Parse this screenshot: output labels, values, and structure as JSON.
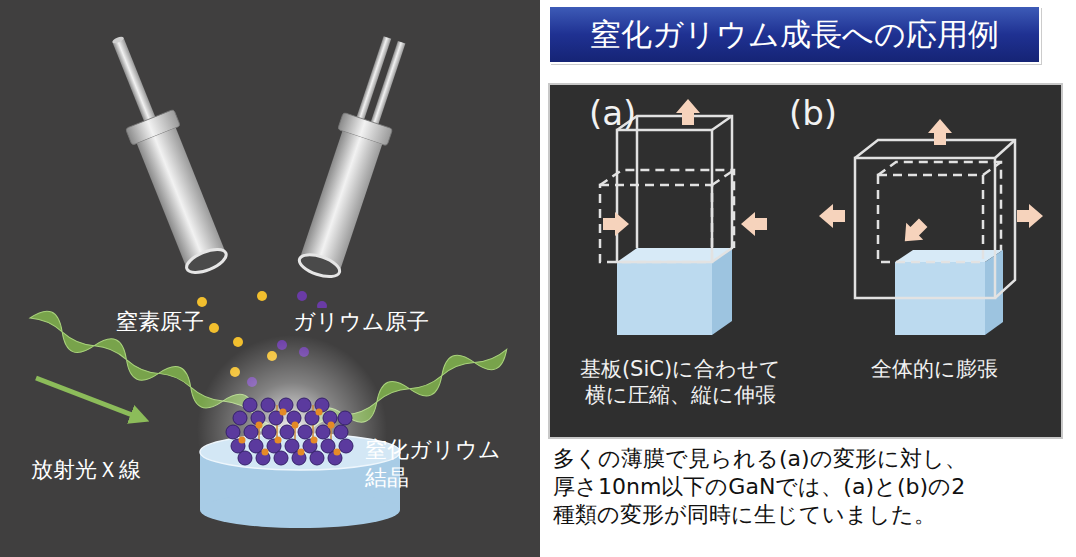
{
  "diagram": {
    "title": "窒化ガリウム成長への応用例",
    "caption": "多くの薄膜で見られる(a)の変形に対し、 厚さ10nm以下のGaNでは、(a)と(b)の2 種類の変形が同時に生じていました。",
    "nodes": [
      {
        "text": [
          "窒素原子",
          "ガリウム原子",
          "放射光Ｘ線",
          "窒化ガリウム 結晶"
        ]
      },
      {
        "text": [
          "(a)",
          "基板(SiC)に合わせて 横に圧縮、縦に伸張",
          "(b)",
          "全体的に膨張"
        ]
      }
    ]
  }
}
